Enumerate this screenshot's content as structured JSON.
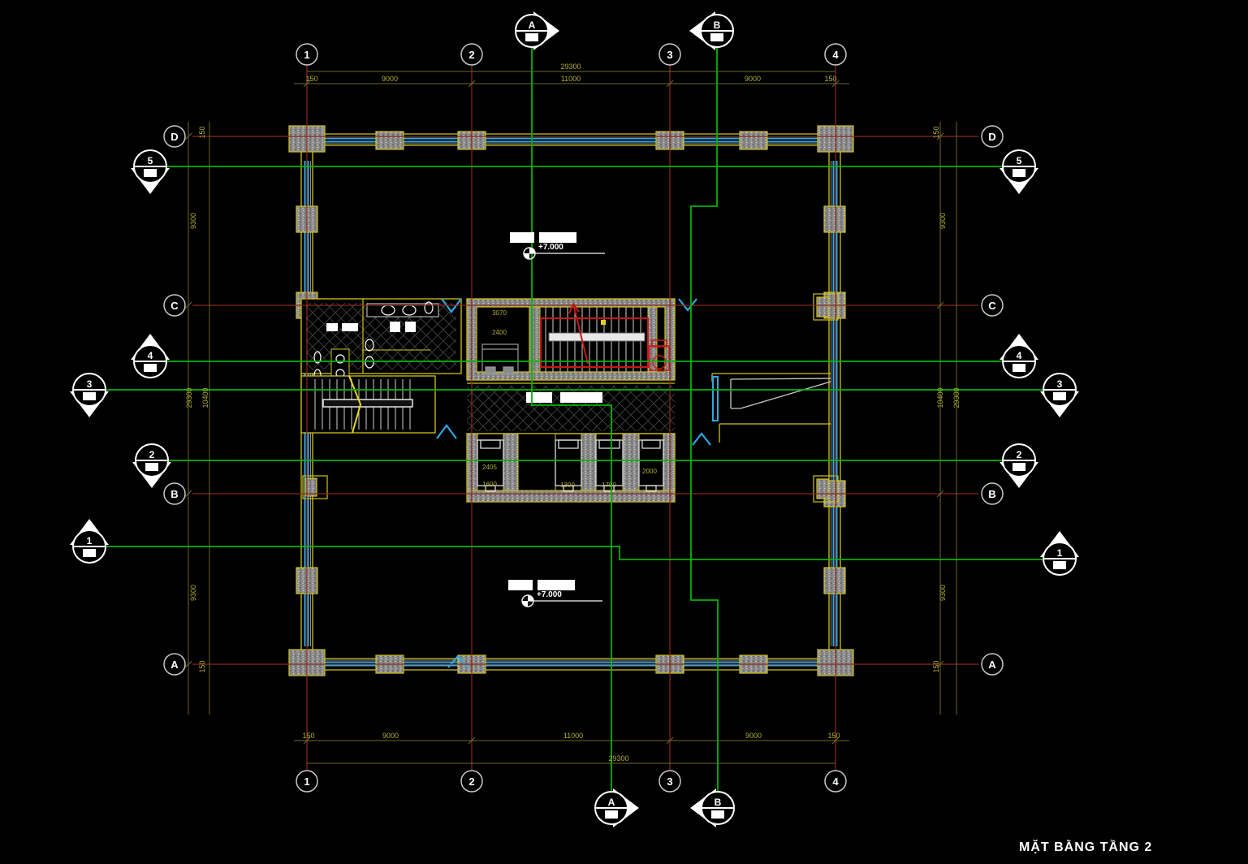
{
  "drawing": {
    "title": "MẶT BẰNG TẦNG 2",
    "grid": {
      "columns": [
        "1",
        "2",
        "3",
        "4"
      ],
      "rows": [
        "D",
        "C",
        "B",
        "A"
      ]
    },
    "sections": {
      "vertical": [
        "A",
        "B"
      ],
      "horizontal": [
        "5",
        "4",
        "3",
        "2",
        "1"
      ]
    },
    "dimensions": {
      "top": {
        "overall": "29300",
        "segments": [
          "150",
          "9000",
          "11000",
          "9000",
          "150"
        ]
      },
      "bottom": {
        "overall": "29300",
        "segments": [
          "150",
          "9000",
          "11000",
          "9000",
          "150"
        ]
      },
      "left": {
        "overall": "29300",
        "middle": "10400",
        "segments": [
          "150",
          "9300",
          "10400",
          "9300",
          "150"
        ]
      },
      "right": {
        "overall": "29300",
        "middle": "10400",
        "segments": [
          "150",
          "9300",
          "10400",
          "9300",
          "150"
        ]
      }
    },
    "levels": {
      "upper": "+7.000",
      "lower": "+7.000"
    },
    "core": {
      "lift_dims": [
        "3070",
        "2400"
      ],
      "bank_dims": [
        "2405",
        "1600",
        "1300",
        "1700",
        "2000"
      ]
    },
    "colors": {
      "background": "#000000",
      "grid": "#8a2a1a",
      "dimension": "#b3ad32",
      "wall": "#d0c31d",
      "glazing": "#2fa8e0",
      "section": "#00b400",
      "stair": "#cc1616"
    }
  }
}
